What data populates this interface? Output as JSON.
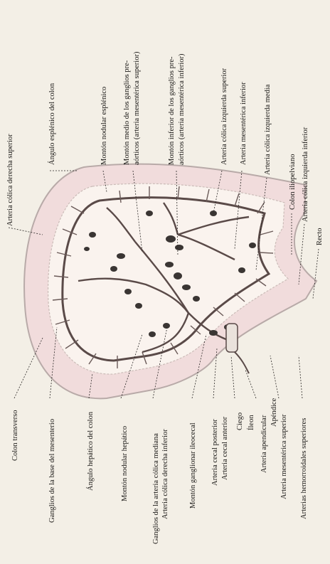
{
  "labels": [
    {
      "id": "arteria-colica-derecha-superior",
      "text": "Arteria cólica derecha superior"
    },
    {
      "id": "angulo-esplenico-colon",
      "text": "Ángulo esplénico del colon"
    },
    {
      "id": "monton-nodular-esplenico",
      "text": "Montón nodular esplénico"
    },
    {
      "id": "monton-medio-ganglios-preaorticos-1",
      "text": "Montón medio de los ganglios pre-"
    },
    {
      "id": "monton-medio-ganglios-preaorticos-2",
      "text": "aórticos (arteria mesentérica superior)"
    },
    {
      "id": "monton-inferior-ganglios-preaorticos-1",
      "text": "Montón inferior de los ganglios pre-"
    },
    {
      "id": "monton-inferior-ganglios-preaorticos-2",
      "text": "aórticos (arteria mesentérica inferior)"
    },
    {
      "id": "arteria-colica-izquierda-superior",
      "text": "Arteria cólica izquierda superior"
    },
    {
      "id": "arteria-mesenterica-inferior",
      "text": "Arteria mesentérica inferior"
    },
    {
      "id": "arteria-colica-izquierda-media",
      "text": "Arteria cólica izquierda media"
    },
    {
      "id": "colon-iliopelviano",
      "text": "Colon iliopelviano"
    },
    {
      "id": "arteria-colica-izquierda-inferior",
      "text": "Arteria cólica izquierda inferior"
    },
    {
      "id": "recto",
      "text": "Recto"
    },
    {
      "id": "colon-transverso",
      "text": "Colon transverso"
    },
    {
      "id": "ganglios-base-mesenterio",
      "text": "Ganglios de la base del mesenterio"
    },
    {
      "id": "angulo-hepatico-colon",
      "text": "Ángulo hepático del colon"
    },
    {
      "id": "monton-nodular-hepatico",
      "text": "Montón nodular hepático"
    },
    {
      "id": "ganglios-arteria-colica-mediana",
      "text": "Ganglios de la arteria cólica mediana"
    },
    {
      "id": "arteria-colica-derecha-inferior",
      "text": "Arteria cólica derecha inferior"
    },
    {
      "id": "monton-ganglionar-ileocecal",
      "text": "Montón ganglionar ileocecal"
    },
    {
      "id": "arteria-cecal-posterior",
      "text": "Arteria cecal posterior"
    },
    {
      "id": "arteria-cecal-anterior",
      "text": "Arteria cecal anterior"
    },
    {
      "id": "ciego",
      "text": "Ciego"
    },
    {
      "id": "ileon",
      "text": "Íleon"
    },
    {
      "id": "arteria-apendicular",
      "text": "Arteria apendicular"
    },
    {
      "id": "apendice",
      "text": "Apéndice"
    },
    {
      "id": "arteria-mesenterica-superior",
      "text": "Arteria mesentérica superior"
    },
    {
      "id": "arterias-hemorroidales-superiores",
      "text": "Arterias hemorroidales superiores"
    }
  ],
  "colors": {
    "background": "#f3efe6",
    "colon_fill": "#f1dcdc",
    "colon_outline": "#b8aaa8",
    "vessel": "#5a4a48",
    "node": "#3a3533",
    "ink": "#1c1a18"
  }
}
